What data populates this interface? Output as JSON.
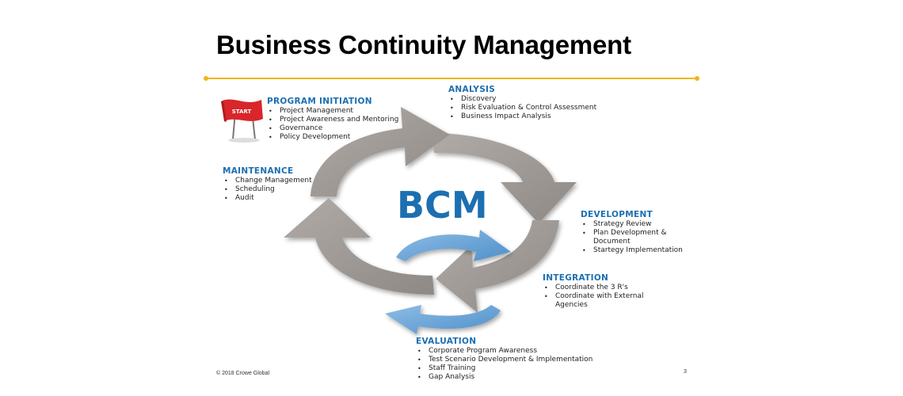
{
  "slide": {
    "title": "Business Continuity Management",
    "footer": "© 2018 Crowe Global",
    "page_number": "3"
  },
  "diagram": {
    "center_label": "BCM",
    "start_flag": "START",
    "colors": {
      "accent_line": "#f2b418",
      "heading_blue": "#1c6fb1",
      "outer_arrow_gray": "#9e9894",
      "inner_arrow_blue": "#6fa8d8",
      "flag_red": "#d9262b"
    },
    "sections": {
      "initiation": {
        "heading": "PROGRAM INITIATION",
        "items": [
          "Project Management",
          "Project Awareness and Mentoring",
          "Governance",
          "Policy Development"
        ]
      },
      "analysis": {
        "heading": "ANALYSIS",
        "items": [
          "Discovery",
          "Risk Evaluation & Control Assessment",
          "Business Impact Analysis"
        ]
      },
      "maintenance": {
        "heading": "MAINTENANCE",
        "items": [
          "Change Management",
          "Scheduling",
          "Audit"
        ]
      },
      "development": {
        "heading": "DEVELOPMENT",
        "items": [
          "Strategy Review",
          "Plan Development & Document",
          "Startegy Implementation"
        ]
      },
      "integration": {
        "heading": "INTEGRATION",
        "items": [
          "Coordinate the 3 R's",
          "Coordinate with External Agencies"
        ]
      },
      "evaluation": {
        "heading": "EVALUATION",
        "items": [
          "Corporate Program Awareness",
          "Test Scenario Development & Implementation",
          "Staff Training",
          "Gap Analysis"
        ]
      }
    }
  }
}
